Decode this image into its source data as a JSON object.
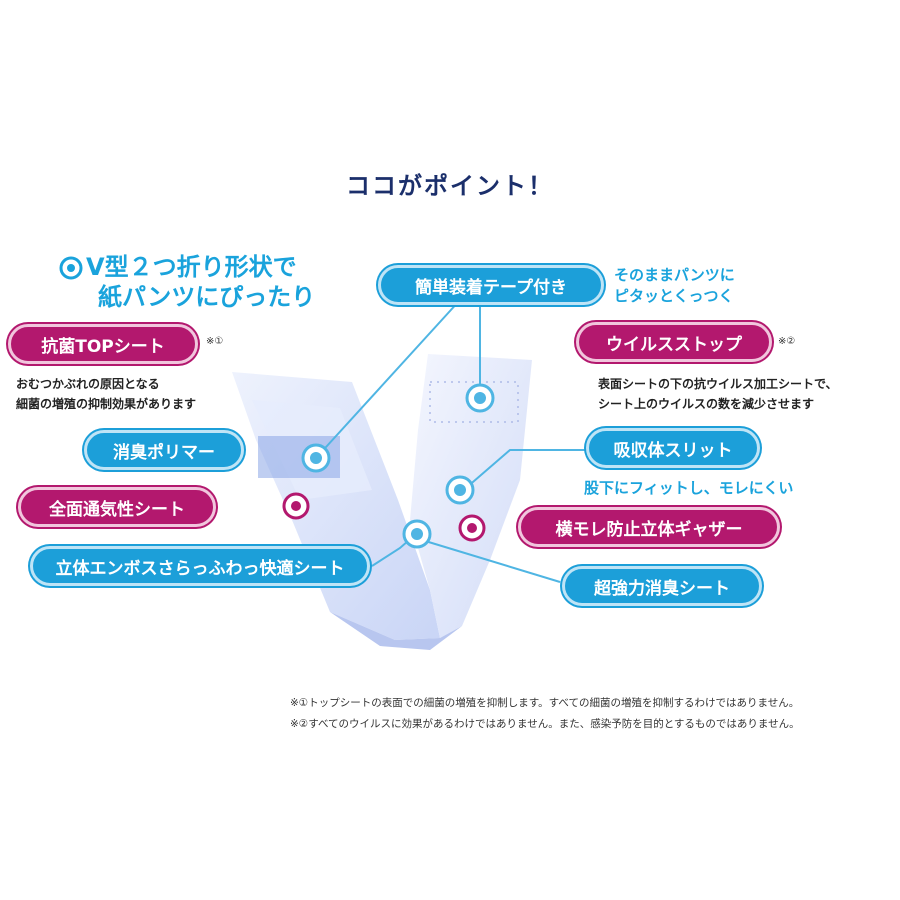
{
  "title": "ココがポイント！",
  "headline": {
    "line1": "V型２つ折り形状で",
    "line2": "紙パンツにぴったり"
  },
  "labels": {
    "antibacterial": "抗菌TOPシート",
    "deodorant_polymer": "消臭ポリマー",
    "breathable": "全面通気性シート",
    "embossed": "立体エンボスさらっふわっ快適シート",
    "tape": "簡単装着テープ付き",
    "virus_stop": "ウイルスストップ",
    "absorber_slit": "吸収体スリット",
    "side_leak": "横モレ防止立体ギャザー",
    "super_deodorant": "超強力消臭シート"
  },
  "notes": {
    "mark1": "※①",
    "mark2": "※②"
  },
  "descriptions": {
    "antibacterial_line1": "おむつかぶれの原因となる",
    "antibacterial_line2": "細菌の増殖の抑制効果があります",
    "tape_line1": "そのままパンツに",
    "tape_line2": "ピタッとくっつく",
    "virus_line1": "表面シートの下の抗ウイルス加工シートで、",
    "virus_line2": "シート上のウイルスの数を減少させます",
    "slit": "股下にフィットし、モレにくい"
  },
  "footnotes": [
    "※①トップシートの表面での細菌の増殖を抑制します。すべての細菌の増殖を抑制するわけではありません。",
    "※②すべてのウイルスに効果があるわけではありません。また、感染予防を目的とするものではありません。"
  ],
  "colors": {
    "navy": "#1b2f6b",
    "cyan": "#1c9fd9",
    "magenta": "#b3186e",
    "pad": "#dfe6fb"
  }
}
